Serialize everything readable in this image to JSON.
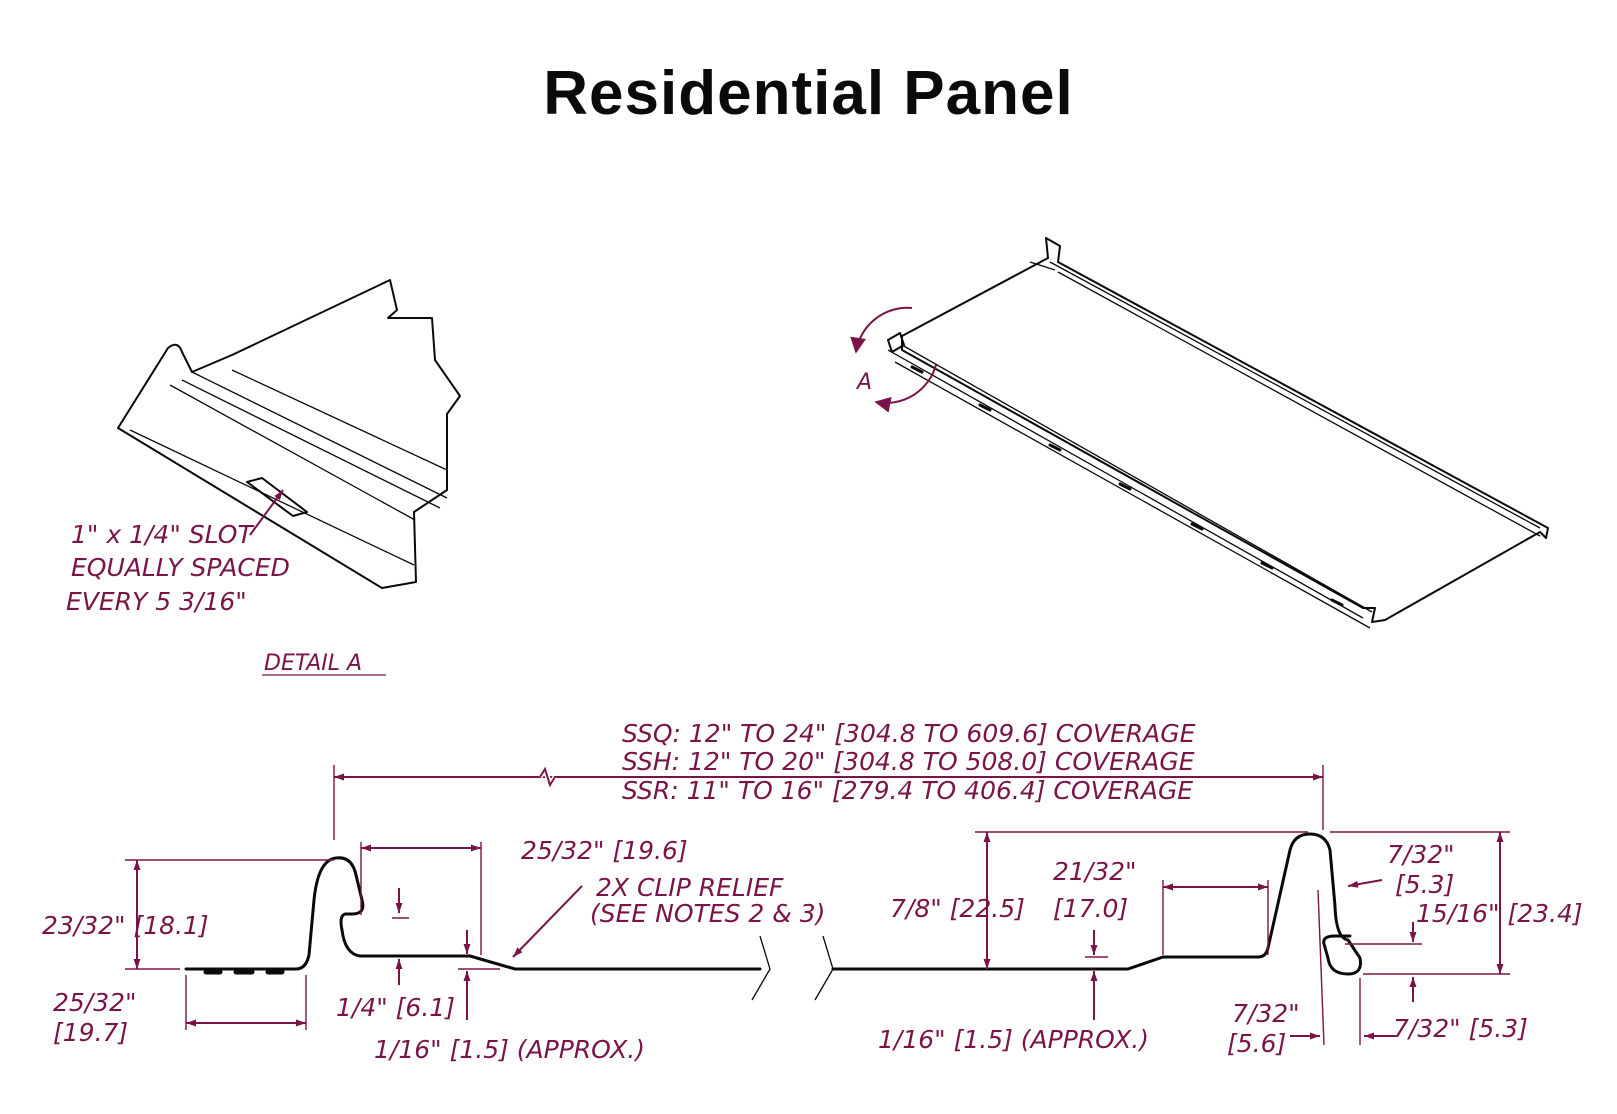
{
  "title": "Residential Panel",
  "detail": {
    "slot_line1": "1\" x 1/4\" SLOT",
    "slot_line2": "EQUALLY SPACED",
    "slot_line3": "EVERY 5 3/16\"",
    "label": "DETAIL A"
  },
  "iso_view": {
    "marker": "A"
  },
  "profile": {
    "coverage_ssq": "SSQ: 12\" TO 24\" [304.8 TO 609.6] COVERAGE",
    "coverage_ssh": "SSH: 12\" TO 20\" [304.8 TO 508.0] COVERAGE",
    "coverage_ssr": "SSR: 11\" TO 16\" [279.4 TO 406.4] COVERAGE",
    "dim_23_32": "23/32\" [18.1]",
    "dim_25_32_top": "25/32\" [19.6]",
    "dim_25_32_left_a": "25/32\"",
    "dim_25_32_left_b": "[19.7]",
    "clip_relief_a": "2X CLIP RELIEF",
    "clip_relief_b": "(SEE NOTES 2 & 3)",
    "dim_1_4": "1/4\" [6.1]",
    "dim_1_16_left": "1/16\" [1.5] (APPROX.)",
    "dim_7_8": "7/8\" [22.5]",
    "dim_21_32_a": "21/32\"",
    "dim_21_32_b": "[17.0]",
    "dim_1_16_right": "1/16\" [1.5] (APPROX.)",
    "dim_7_32_top_a": "7/32\"",
    "dim_7_32_top_b": "[5.3]",
    "dim_15_16": "15/16\" [23.4]",
    "dim_7_32_mid_a": "7/32\"",
    "dim_7_32_mid_b": "[5.6]",
    "dim_7_32_bottom": "7/32\" [5.3]"
  }
}
